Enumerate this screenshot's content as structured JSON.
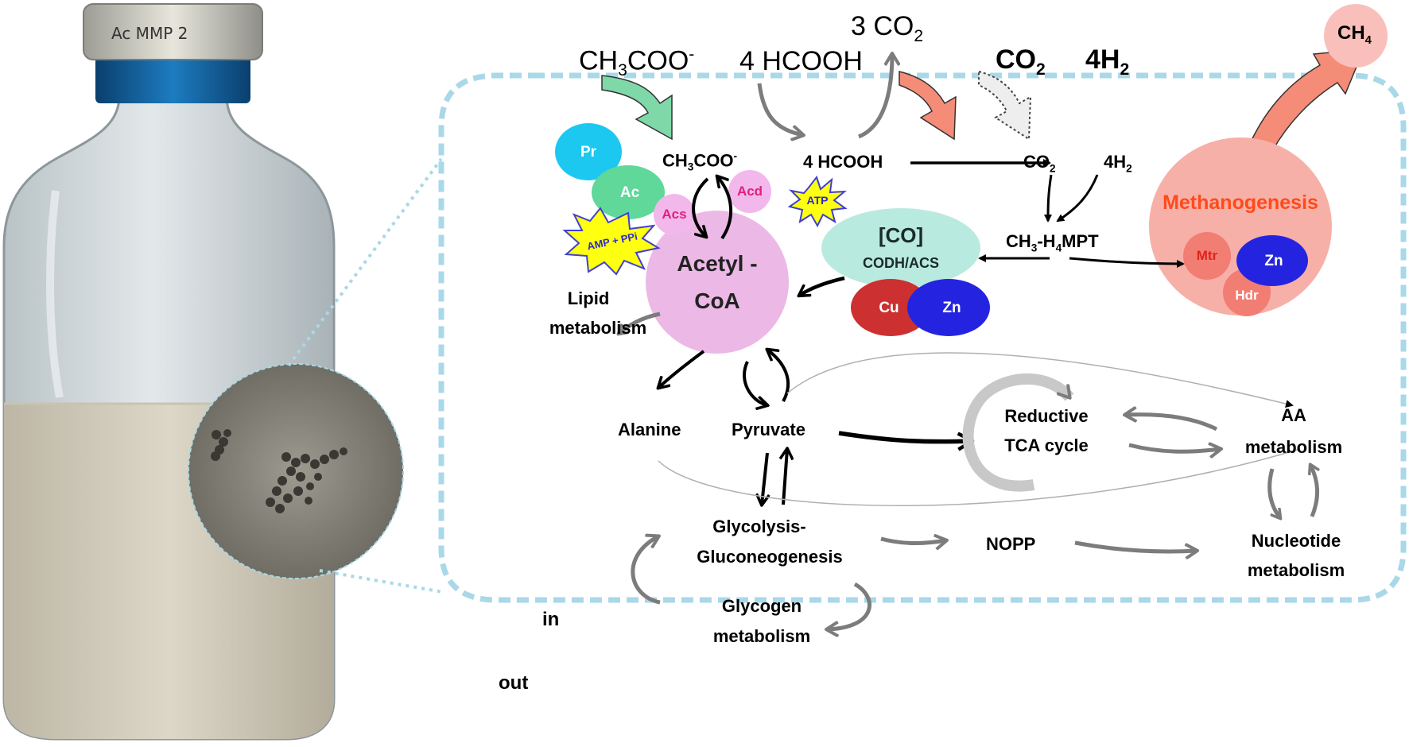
{
  "bottle": {
    "cap_marking": "Ac MMP 2"
  },
  "outer_inputs": {
    "acetate": "CH3COO-",
    "formate": "4 HCOOH",
    "co2_out": "3 CO2",
    "co2_in": "CO2",
    "h2": "4H2",
    "ch4": "CH4"
  },
  "compartment": {
    "in_label": "in",
    "out_label": "out"
  },
  "nodes": {
    "acetate": "CH3COO-",
    "formate": "4 HCOOH",
    "co2": "CO2",
    "h2": "4H2",
    "ch3_h4mpt": "CH3-H4MPT",
    "acetyl_coa_line1": "Acetyl -",
    "acetyl_coa_line2": "CoA",
    "lipid_line1": "Lipid",
    "lipid_line2": "metabolism",
    "alanine": "Alanine",
    "pyruvate": "Pyruvate",
    "tca_line1": "Reductive",
    "tca_line2": "TCA cycle",
    "aa_line1": "AA",
    "aa_line2": "metabolism",
    "glyco_line1": "Glycolysis-",
    "glyco_line2": "Gluconeogenesis",
    "nopp": "NOPP",
    "nucleotide_line1": "Nucleotide",
    "nucleotide_line2": "metabolism",
    "glycogen_line1": "Glycogen",
    "glycogen_line2": "metabolism"
  },
  "enzymes": {
    "pr": "Pr",
    "ac": "Ac",
    "acs": "Acs",
    "acd": "Acd",
    "atp": "ATP",
    "amp_ppi": "AMP + PPi",
    "co_complex": "[CO]",
    "codh_acs": "CODH/ACS",
    "cu": "Cu",
    "zn": "Zn",
    "methanogenesis": "Methanogenesis",
    "mtr": "Mtr",
    "hdr": "Hdr",
    "zn2": "Zn"
  },
  "colors": {
    "dash_border": "#a9d8e8",
    "acetyl_coa": "#ecb8e6",
    "pr": "#1cc8f0",
    "ac": "#5fd89a",
    "acs_acd": "#f2b8ec",
    "acs_text": "#e0207a",
    "co_bubble": "#b9eadf",
    "cu": "#cc3030",
    "zn": "#2424e0",
    "methano": "#f7b0a8",
    "methano_text": "#ff4a1a",
    "mtr_hdr": "#f27d73",
    "ch4_bubble": "#f9c0bb",
    "green_arrow": "#7fd8a7",
    "salmon_arrow": "#f48c78",
    "grey_arrow": "#7c7c7c"
  }
}
